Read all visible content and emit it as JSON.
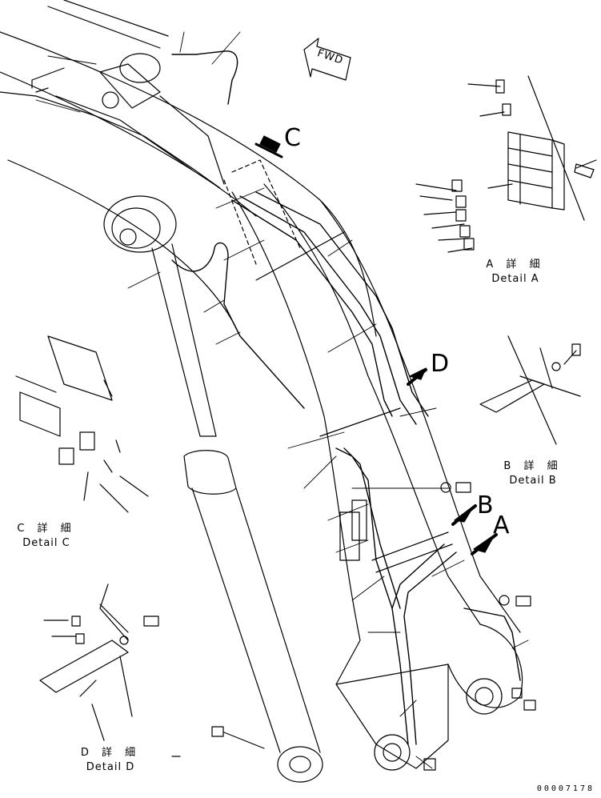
{
  "fwd_label": "FWD",
  "views": {
    "C": "C",
    "D": "D",
    "B": "B",
    "A": "A"
  },
  "details": {
    "A": {
      "jp": "A 詳 細",
      "en": "Detail A"
    },
    "B": {
      "jp": "B 詳 細",
      "en": "Detail B"
    },
    "C": {
      "jp": "C 詳 細",
      "en": "Detail C"
    },
    "D": {
      "jp": "D 詳 細",
      "en": "Detail D"
    }
  },
  "part_number": "00007178",
  "colors": {
    "ink": "#000000",
    "paper": "#ffffff"
  }
}
